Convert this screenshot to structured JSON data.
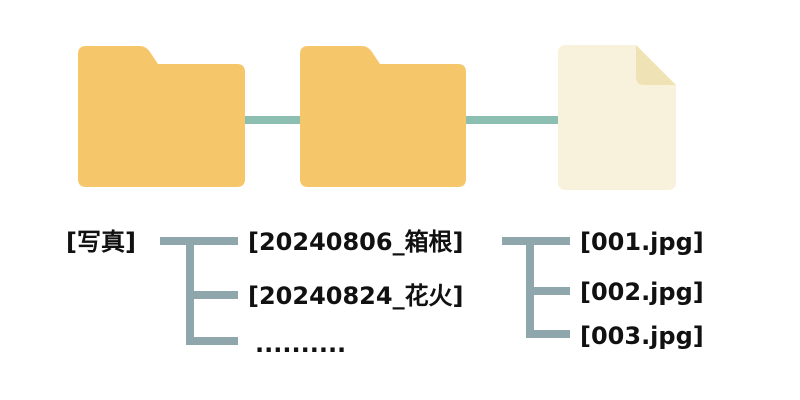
{
  "colors": {
    "folder": "#f5c76a",
    "file": "#f8f2dd",
    "file_fold": "#efe3b6",
    "connector": "#8cbfb1",
    "tree_line": "#8fa6ad"
  },
  "icons": [
    "folder-icon",
    "folder-icon",
    "file-icon"
  ],
  "tree": {
    "root": "[写真]",
    "folders": [
      "[20240806_箱根]",
      "[20240824_花火]",
      ".........."
    ],
    "files": [
      "[001.jpg]",
      "[002.jpg]",
      "[003.jpg]"
    ]
  }
}
